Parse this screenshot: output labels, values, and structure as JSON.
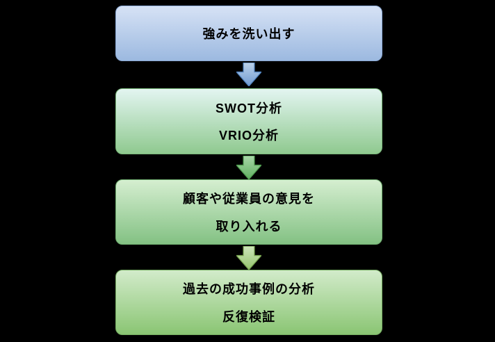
{
  "flow": {
    "background_color": "#000000",
    "text_color": "#000000",
    "steps": [
      {
        "name": "identify-strengths",
        "lines": [
          "強みを洗い出す"
        ],
        "fill_top": "#d6e2f5",
        "fill_bottom": "#9cb9e0",
        "border": "#8aa9d6"
      },
      {
        "name": "analysis-frameworks",
        "lines": [
          "SWOT分析",
          "VRIO分析"
        ],
        "fill_top": "#e3f5f1",
        "fill_bottom": "#8fc98f",
        "border": "#7ab87a"
      },
      {
        "name": "incorporate-opinions",
        "lines": [
          "顧客や従業員の意見を",
          "取り入れる"
        ],
        "fill_top": "#d5eed0",
        "fill_bottom": "#83c183",
        "border": "#6fae6f"
      },
      {
        "name": "analyze-and-verify",
        "lines": [
          "過去の成功事例の分析",
          "反復検証"
        ],
        "fill_top": "#d2ebca",
        "fill_bottom": "#8ac573",
        "border": "#76ad62"
      }
    ],
    "arrows": [
      {
        "fill_top": "#bcd2ea",
        "fill_bottom": "#6f9ad0",
        "stroke": "#4f81bd"
      },
      {
        "fill_top": "#a9d7a9",
        "fill_bottom": "#5fb05f",
        "stroke": "#4e9a4e"
      },
      {
        "fill_top": "#cde6bb",
        "fill_bottom": "#94c36c",
        "stroke": "#76a24e"
      }
    ]
  }
}
